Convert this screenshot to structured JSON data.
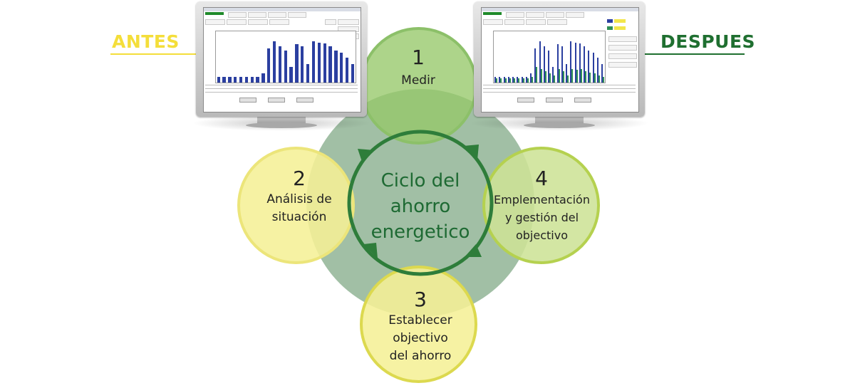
{
  "labels": {
    "before": "ANTES",
    "after": "DESPUES"
  },
  "colors": {
    "before_label": "#f4de3a",
    "after_label": "#1f6f30",
    "big_circle": "#9ab79e",
    "top_circle": "#a6cd77",
    "left_circle": "#f4ef98",
    "bottom_circle": "#f4ef98",
    "right_circle": "#cfe39b",
    "center_text": "#1e6a33",
    "arrow": "#2e7d3a",
    "chart_blue": "#2b3fa0",
    "chart_green": "#2e8f55"
  },
  "cycle": {
    "title_lines": [
      "Ciclo del",
      "ahorro",
      "energetico"
    ],
    "steps": [
      {
        "number": "1",
        "lines": [
          "Medir"
        ]
      },
      {
        "number": "2",
        "lines": [
          "Análisis de",
          "situación"
        ]
      },
      {
        "number": "3",
        "lines": [
          "Establecer",
          "objectivo",
          "del ahorro"
        ]
      },
      {
        "number": "4",
        "lines": [
          "Emplementación",
          "y gestión del",
          "objectivo"
        ]
      }
    ]
  },
  "screens": {
    "before": {
      "bars": [
        0.12,
        0.12,
        0.12,
        0.12,
        0.12,
        0.12,
        0.12,
        0.12,
        0.2,
        0.75,
        0.9,
        0.8,
        0.7,
        0.35,
        0.85,
        0.8,
        0.4,
        0.9,
        0.88,
        0.86,
        0.8,
        0.7,
        0.65,
        0.55,
        0.4
      ]
    },
    "after": {
      "blue": [
        0.12,
        0.12,
        0.12,
        0.12,
        0.12,
        0.12,
        0.12,
        0.12,
        0.2,
        0.75,
        0.9,
        0.8,
        0.7,
        0.35,
        0.85,
        0.8,
        0.4,
        0.9,
        0.88,
        0.86,
        0.8,
        0.7,
        0.65,
        0.55,
        0.4
      ],
      "green": [
        0.1,
        0.1,
        0.1,
        0.1,
        0.1,
        0.1,
        0.1,
        0.1,
        0.12,
        0.35,
        0.3,
        0.25,
        0.2,
        0.15,
        0.3,
        0.25,
        0.15,
        0.3,
        0.28,
        0.3,
        0.25,
        0.22,
        0.2,
        0.15,
        0.12
      ]
    }
  }
}
